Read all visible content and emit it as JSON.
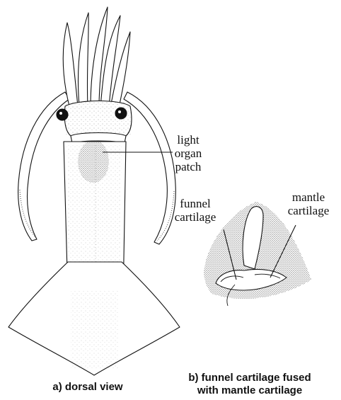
{
  "labels": {
    "light_organ_line1": "light",
    "light_organ_line2": "organ",
    "light_organ_line3": "patch",
    "funnel_line1": "funnel",
    "funnel_line2": "cartilage",
    "mantle_line1": "mantle",
    "mantle_line2": "cartilage"
  },
  "captions": {
    "a": "a)  dorsal view",
    "b_line1": "b)  funnel cartilage fused",
    "b_line2": "with mantle cartilage"
  }
}
